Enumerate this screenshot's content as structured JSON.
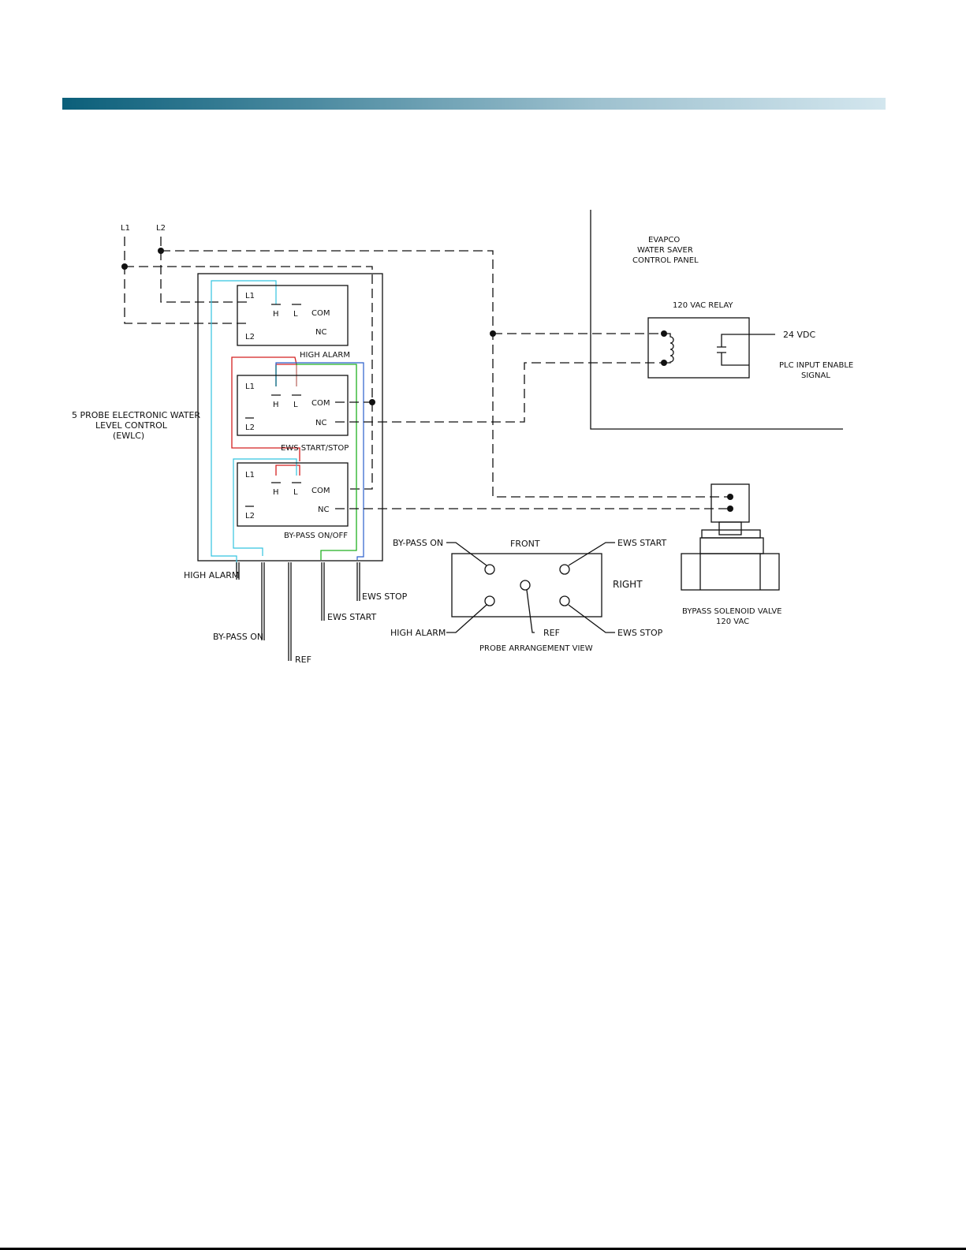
{
  "supply": {
    "l1": "L1",
    "l2": "L2"
  },
  "ewlc": {
    "label_line1": "5 PROBE ELECTRONIC WATER",
    "label_line2": "LEVEL CONTROL",
    "label_line3": "(EWLC)"
  },
  "terminals": {
    "l1": "L1",
    "l2": "L2",
    "h": "H",
    "l": "L",
    "com": "COM",
    "nc": "NC"
  },
  "modules": {
    "high_alarm": "HIGH ALARM",
    "ews_start_stop": "EWS START/STOP",
    "bypass_on_off": "BY-PASS ON/OFF"
  },
  "probes": {
    "high_alarm": "HIGH ALARM",
    "bypass_on": "BY-PASS ON",
    "ref": "REF",
    "ews_start": "EWS START",
    "ews_stop": "EWS STOP"
  },
  "panel": {
    "line1": "EVAPCO",
    "line2": "WATER SAVER",
    "line3": "CONTROL PANEL"
  },
  "relay": {
    "title": "120 VAC RELAY",
    "dc": "24 VDC",
    "plc_line1": "PLC INPUT ENABLE",
    "plc_line2": "SIGNAL"
  },
  "arrangement": {
    "front": "FRONT",
    "right": "RIGHT",
    "bypass_on": "BY-PASS ON",
    "ews_start": "EWS START",
    "high_alarm": "HIGH ALARM",
    "ews_stop": "EWS STOP",
    "ref": "REF",
    "caption": "PROBE ARRANGEMENT VIEW"
  },
  "valve": {
    "line1": "BYPASS SOLENOID VALVE",
    "line2": "120 VAC"
  },
  "colors": {
    "header_dark": "#0b5f7a",
    "header_light": "#d3e6ee",
    "wire_cyan": "#33c3e0",
    "wire_red": "#d42020",
    "wire_green": "#20b020",
    "wire_blue": "#2a5fcc",
    "wire_teal": "#1a8c9c",
    "wire_pink": "#e07a8a"
  }
}
